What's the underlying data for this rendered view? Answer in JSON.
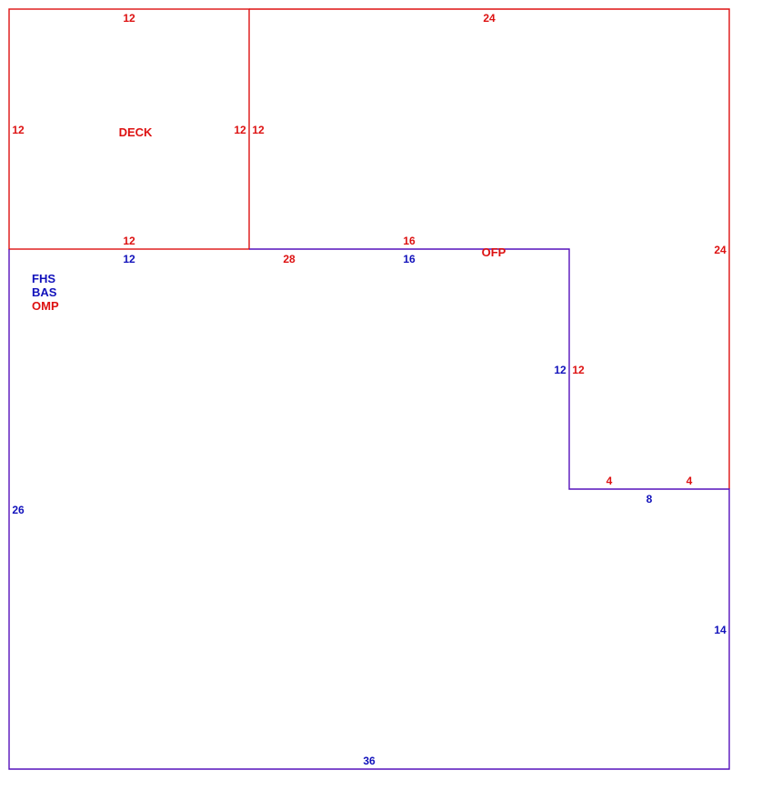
{
  "colors": {
    "red": "#dd1111",
    "blue": "#1111bb",
    "purple": "#5511bb"
  },
  "areas": {
    "deck": "DECK",
    "ofp": "OFP",
    "fhs": "FHS",
    "bas": "BAS",
    "omp": "OMP"
  },
  "deck_dims": {
    "top": "12",
    "left": "12",
    "right": "12",
    "bottom": "12"
  },
  "ofp_dims": {
    "left": "12",
    "top": "24",
    "right": "24",
    "bottom_left": "28",
    "bottom_mid": "16",
    "step_vertical": "12",
    "step_left": "4",
    "step_right": "4"
  },
  "bas_dims": {
    "top_left": "12",
    "top_mid": "16",
    "step_vertical": "12",
    "step_horizontal": "8",
    "left": "26",
    "right": "14",
    "bottom": "36"
  }
}
